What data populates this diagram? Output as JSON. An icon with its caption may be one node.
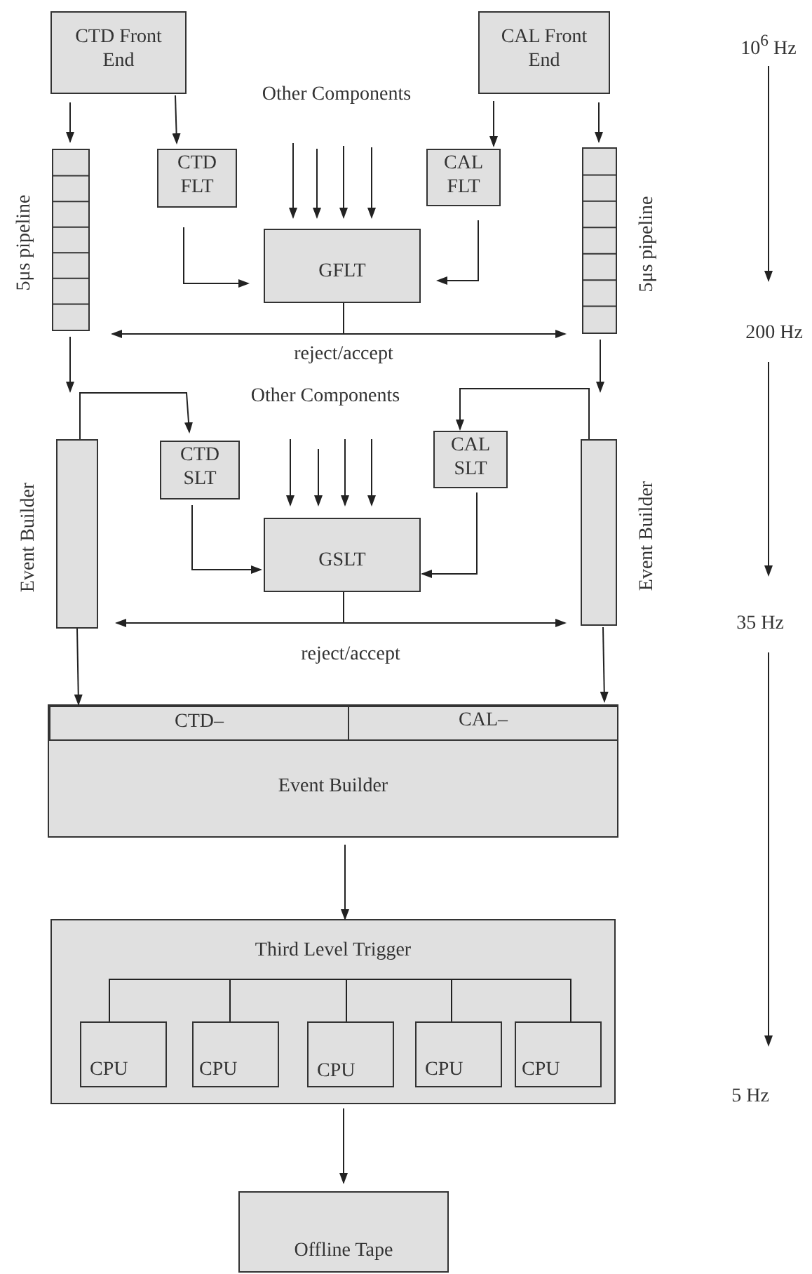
{
  "diagram": {
    "nodes": [
      {
        "text": [
          "CTD Front End"
        ]
      },
      {
        "text": [
          "CAL Front End"
        ]
      },
      {
        "text": [
          "Other Components"
        ]
      },
      {
        "text": [],
        "shape": "box",
        "beside": [
          "5μs pipeline"
        ]
      },
      {
        "text": [
          "CTD FLT"
        ]
      },
      {
        "text": [
          "CAL FLT"
        ]
      },
      {
        "text": [],
        "shape": "box",
        "beside": [
          "5μs pipeline"
        ]
      },
      {
        "text": [
          "GFLT"
        ]
      },
      {
        "text": [
          "Other Components"
        ]
      },
      {
        "text": [],
        "shape": "box",
        "beside": [
          "Event Builder"
        ]
      },
      {
        "text": [
          "CTD SLT"
        ]
      },
      {
        "text": [
          "CAL SLT"
        ]
      },
      {
        "text": [],
        "shape": "box",
        "beside": [
          "Event Builder"
        ]
      },
      {
        "text": [
          "GSLT"
        ]
      },
      {
        "text": [
          "Event Builder"
        ]
      },
      {
        "text": [
          "CTD–"
        ],
        "in": 14
      },
      {
        "text": [
          "CAL–"
        ],
        "in": 14
      },
      {
        "text": [
          "Third Level Trigger"
        ]
      },
      {
        "text": [
          "CPU"
        ],
        "in": 17
      },
      {
        "text": [
          "CPU"
        ],
        "in": 17
      },
      {
        "text": [
          "CPU"
        ],
        "in": 17
      },
      {
        "text": [
          "CPU"
        ],
        "in": 17
      },
      {
        "text": [
          "CPU"
        ],
        "in": 17
      },
      {
        "text": [
          "Offline Tape"
        ]
      }
    ],
    "edges": [
      {
        "from": 0,
        "to": 3,
        "arrow": "to"
      },
      {
        "from": 0,
        "to": 4,
        "arrow": "to"
      },
      {
        "from": 1,
        "to": 5,
        "arrow": "to"
      },
      {
        "from": 1,
        "to": 6,
        "arrow": "to"
      },
      {
        "from": 4,
        "to": 7,
        "arrow": "to"
      },
      {
        "from": 5,
        "to": 7,
        "arrow": "to"
      },
      {
        "from": 2,
        "to": 7,
        "arrow": "to"
      },
      {
        "from": 2,
        "to": 7,
        "arrow": "to"
      },
      {
        "from": 2,
        "to": 7,
        "arrow": "to"
      },
      {
        "from": 2,
        "to": 7,
        "arrow": "to"
      },
      {
        "from": 7,
        "to": 3,
        "arrow": "to"
      },
      {
        "from": 7,
        "to": 6,
        "arrow": "to"
      },
      {
        "from": 3,
        "to": 9,
        "arrow": "to"
      },
      {
        "from": 6,
        "to": 12,
        "arrow": "to"
      },
      {
        "from": 9,
        "to": 10,
        "arrow": "to"
      },
      {
        "from": 12,
        "to": 11,
        "arrow": "to"
      },
      {
        "from": 10,
        "to": 13,
        "arrow": "to"
      },
      {
        "from": 11,
        "to": 13,
        "arrow": "to"
      },
      {
        "from": 8,
        "to": 13,
        "arrow": "to"
      },
      {
        "from": 8,
        "to": 13,
        "arrow": "to"
      },
      {
        "from": 8,
        "to": 13,
        "arrow": "to"
      },
      {
        "from": 8,
        "to": 13,
        "arrow": "to"
      },
      {
        "from": 13,
        "to": 9,
        "arrow": "to"
      },
      {
        "from": 13,
        "to": 12,
        "arrow": "to"
      },
      {
        "from": 9,
        "to": 14,
        "arrow": "to"
      },
      {
        "from": 12,
        "to": 14,
        "arrow": "to"
      },
      {
        "from": 14,
        "to": 17,
        "arrow": "to"
      },
      {
        "from": 18,
        "to": 19,
        "arrow": "none"
      },
      {
        "from": 18,
        "to": 20,
        "arrow": "none"
      },
      {
        "from": 18,
        "to": 21,
        "arrow": "none"
      },
      {
        "from": 18,
        "to": 22,
        "arrow": "none"
      },
      {
        "from": 17,
        "to": 23,
        "arrow": "to"
      }
    ],
    "labels": [
      "10$^{6}$ Hz",
      "200 Hz",
      "reject/accept",
      "35 Hz",
      "reject/accept",
      "5 Hz"
    ]
  }
}
